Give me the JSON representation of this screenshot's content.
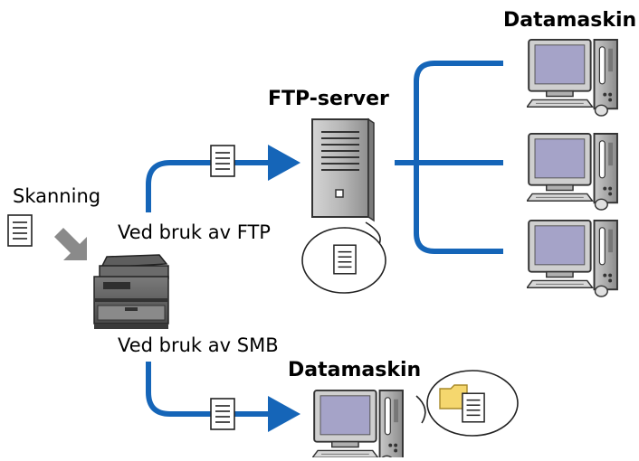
{
  "labels": {
    "scan": "Skanning",
    "ftp_server": "FTP-server",
    "computer_top": "Datamaskin",
    "computer_bottom": "Datamaskin",
    "via_ftp": "Ved bruk av FTP",
    "via_smb": "Ved bruk av SMB"
  },
  "colors": {
    "arrow_blue": "#1565b8",
    "gray_arrow": "#8a8a8a",
    "monitor_screen": "#a5a3c8",
    "folder_yellow": "#f5d76e"
  },
  "icons": {
    "scanned_document": "document-icon",
    "printer": "multifunction-printer-icon",
    "server": "ftp-server-tower-icon",
    "computer": "desktop-computer-icon",
    "folder": "folder-icon"
  }
}
